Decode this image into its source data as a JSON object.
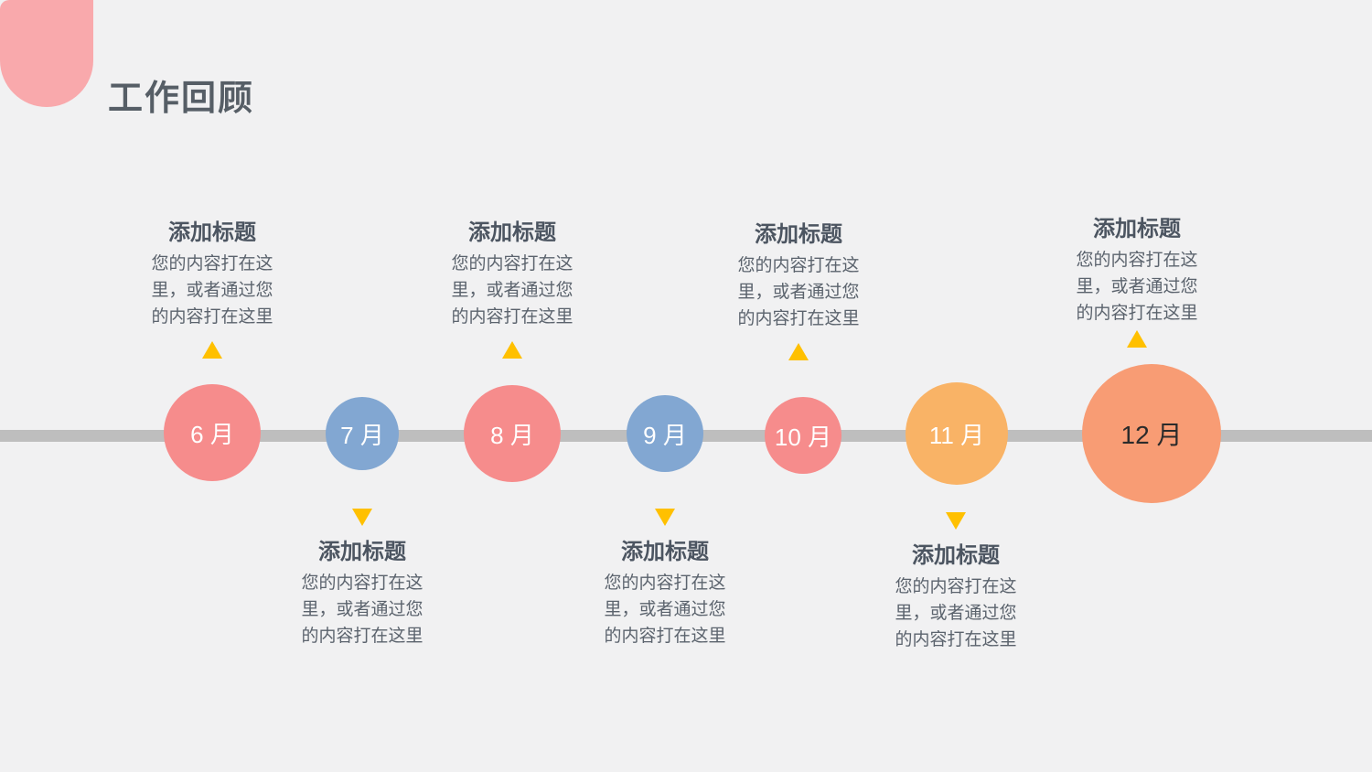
{
  "slide": {
    "title": "工作回顾"
  },
  "colors": {
    "background": "#f1f1f2",
    "corner_shape_pink": "#f9a9ac",
    "timeline_gray": "#bebebe",
    "triangle_yellow": "#ffc000",
    "circle_pink": "#f68c8c",
    "circle_blue": "#82a7d2",
    "circle_orange": "#f9b366",
    "circle_salmon": "#f89c74",
    "title_text": "#565e66",
    "note_title_text": "#4c5561",
    "note_body_text": "#5b636d",
    "december_text": "#2b2b2b"
  },
  "timeline": {
    "items": [
      {
        "month": "6 月",
        "circle_color": "#f68c8c",
        "note": {
          "side": "above",
          "title": "添加标题",
          "lines": [
            "您的内容打在这",
            "里，或者通过您",
            "的内容打在这里"
          ]
        }
      },
      {
        "month": "7 月",
        "circle_color": "#82a7d2",
        "note": {
          "side": "below",
          "title": "添加标题",
          "lines": [
            "您的内容打在这",
            "里，或者通过您",
            "的内容打在这里"
          ]
        }
      },
      {
        "month": "8 月",
        "circle_color": "#f68c8c",
        "note": {
          "side": "above",
          "title": "添加标题",
          "lines": [
            "您的内容打在这",
            "里，或者通过您",
            "的内容打在这里"
          ]
        }
      },
      {
        "month": "9 月",
        "circle_color": "#82a7d2",
        "note": {
          "side": "below",
          "title": "添加标题",
          "lines": [
            "您的内容打在这",
            "里，或者通过您",
            "的内容打在这里"
          ]
        }
      },
      {
        "month": "10 月",
        "circle_color": "#f68c8c",
        "note": {
          "side": "above",
          "title": "添加标题",
          "lines": [
            "您的内容打在这",
            "里，或者通过您",
            "的内容打在这里"
          ]
        }
      },
      {
        "month": "11 月",
        "circle_color": "#f9b366",
        "note": {
          "side": "below",
          "title": "添加标题",
          "lines": [
            "您的内容打在这",
            "里，或者通过您",
            "的内容打在这里"
          ]
        }
      },
      {
        "month": "12 月",
        "circle_color": "#f89c74",
        "note": {
          "side": "above",
          "title": "添加标题",
          "lines": [
            "您的内容打在这",
            "里，或者通过您",
            "的内容打在这里"
          ]
        }
      }
    ]
  }
}
